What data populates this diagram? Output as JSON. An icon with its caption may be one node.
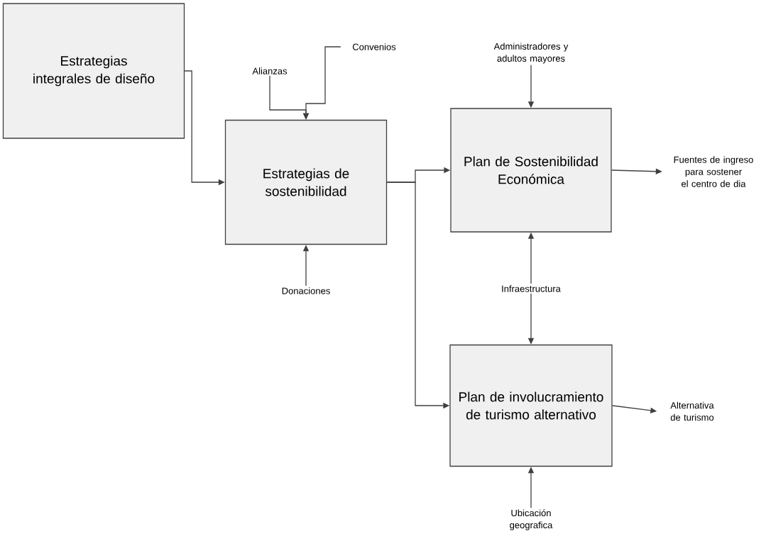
{
  "diagram": {
    "nodes": [
      {
        "text": [
          "Estrategias integrales de diseño"
        ]
      },
      {
        "text": [
          "Estrategias de sostenibilidad"
        ]
      },
      {
        "text": [
          "Plan de Sostenibilidad Económica"
        ]
      },
      {
        "text": [
          "Plan de involucramiento de turismo alternativo"
        ]
      },
      {
        "text": [
          "Alianzas"
        ]
      },
      {
        "text": [
          "Convenios"
        ]
      },
      {
        "text": [
          "Donaciones"
        ]
      },
      {
        "text": [
          "Administradores y adultos mayores"
        ]
      },
      {
        "text": [
          "Fuentes de ingreso para sostener el centro de dia"
        ]
      },
      {
        "text": [
          "Infraestructura"
        ]
      },
      {
        "text": [
          "Alternativa de turismo"
        ]
      },
      {
        "text": [
          "Ubicación geografica"
        ]
      }
    ],
    "edges": [
      {
        "from": 0,
        "to": 1,
        "arrow": "to"
      },
      {
        "from": 4,
        "to": 1,
        "arrow": "to"
      },
      {
        "from": 5,
        "to": 1,
        "arrow": "to"
      },
      {
        "from": 6,
        "to": 1,
        "arrow": "to"
      },
      {
        "from": 7,
        "to": 2,
        "arrow": "to"
      },
      {
        "from": 1,
        "to": 2,
        "arrow": "to"
      },
      {
        "from": 1,
        "to": 3,
        "arrow": "to"
      },
      {
        "from": 2,
        "to": 8,
        "arrow": "to"
      },
      {
        "from": 9,
        "to": 2,
        "arrow": "to"
      },
      {
        "from": 9,
        "to": 3,
        "arrow": "to"
      },
      {
        "from": 3,
        "to": 10,
        "arrow": "to"
      },
      {
        "from": 11,
        "to": 3,
        "arrow": "to"
      }
    ]
  }
}
